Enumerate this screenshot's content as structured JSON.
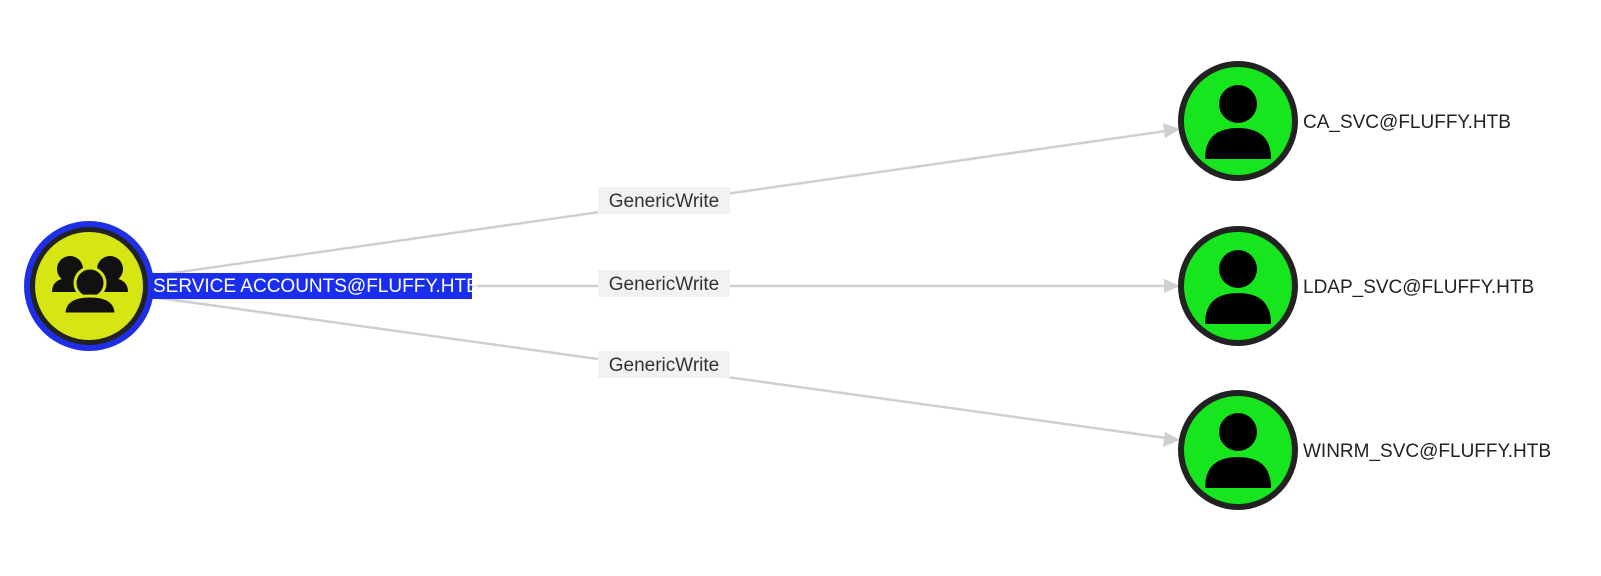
{
  "graph": {
    "source": {
      "label": "SERVICE ACCOUNTS@FLUFFY.HTB",
      "icon": "user-group-icon",
      "fill_color": "#d6e612",
      "ring_color": "#1f2fe8",
      "selected": true
    },
    "targets": [
      {
        "label": "CA_SVC@FLUFFY.HTB",
        "icon": "user-icon",
        "fill_color": "#17e61e"
      },
      {
        "label": "LDAP_SVC@FLUFFY.HTB",
        "icon": "user-icon",
        "fill_color": "#17e61e"
      },
      {
        "label": "WINRM_SVC@FLUFFY.HTB",
        "icon": "user-icon",
        "fill_color": "#17e61e"
      }
    ],
    "edges": [
      {
        "label": "GenericWrite",
        "to": 0
      },
      {
        "label": "GenericWrite",
        "to": 1
      },
      {
        "label": "GenericWrite",
        "to": 2
      }
    ],
    "colors": {
      "edge": "#cfcfcf",
      "node_border": "#222222",
      "selection": "#1a2ef0"
    }
  }
}
